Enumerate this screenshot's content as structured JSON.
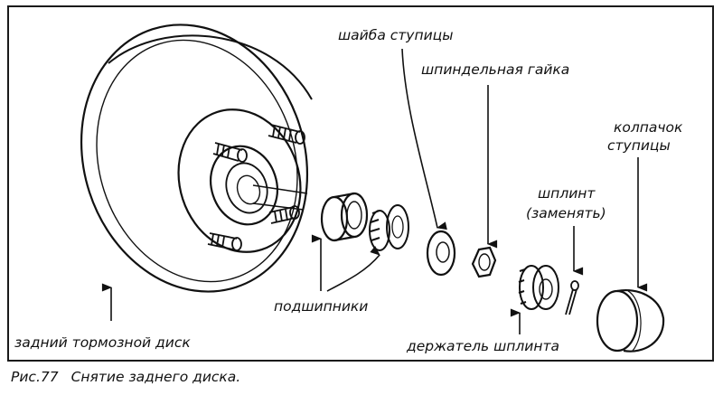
{
  "labels": {
    "hub_washer": "шайба ступицы",
    "spindle_nut": "шпиндельная гайка",
    "hub_cap_line1": "колпачок",
    "hub_cap_line2": "ступицы",
    "cotter_pin_line1": "шплинт",
    "cotter_pin_line2": "(заменять)",
    "bearings": "подшипники",
    "rear_brake_disc": "задний тормозной диск",
    "cotter_pin_retainer": "держатель шплинта"
  },
  "caption": {
    "number": "Рис.77",
    "title": "Снятие заднего диска."
  },
  "colors": {
    "ink": "#111111",
    "background": "#ffffff"
  }
}
